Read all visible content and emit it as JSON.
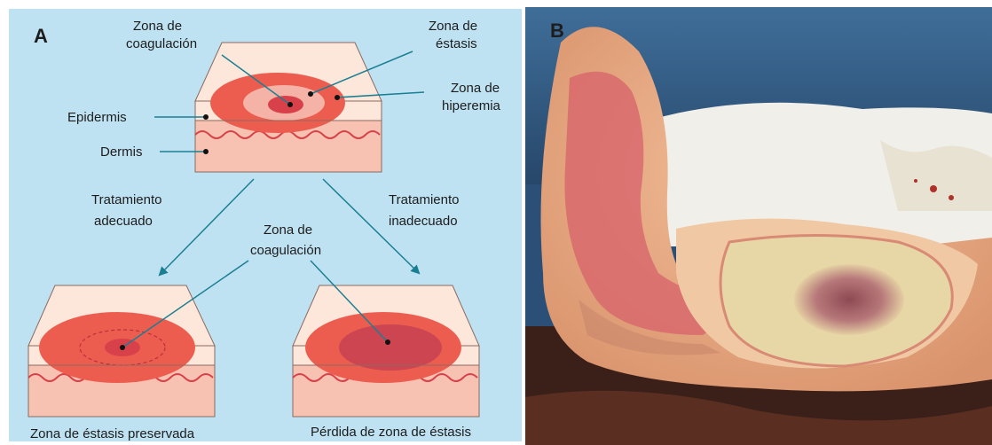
{
  "panel_a": {
    "letter": "A",
    "labels": {
      "zona_coagulacion_top_1": "Zona de",
      "zona_coagulacion_top_2": "coagulación",
      "zona_estasis_1": "Zona de",
      "zona_estasis_2": "éstasis",
      "zona_hiperemia_1": "Zona de",
      "zona_hiperemia_2": "hiperemia",
      "epidermis": "Epidermis",
      "dermis": "Dermis",
      "tratamiento_adecuado_1": "Tratamiento",
      "tratamiento_adecuado_2": "adecuado",
      "tratamiento_inadecuado_1": "Tratamiento",
      "tratamiento_inadecuado_2": "inadecuado",
      "zona_coagulacion_mid_1": "Zona de",
      "zona_coagulacion_mid_2": "coagulación",
      "caption_left": "Zona de éstasis preservada",
      "caption_right": "Pérdida de zona de éstasis"
    },
    "colors": {
      "background": "#bfe2f2",
      "skin_top": "#fde6da",
      "dermis": "#f7c2b2",
      "hyperemia": "#ec5d50",
      "stasis": "#f4b3a6",
      "coagulation": "#d9414a",
      "arrow": "#1b7f93"
    }
  },
  "panel_b": {
    "letter": "B"
  }
}
